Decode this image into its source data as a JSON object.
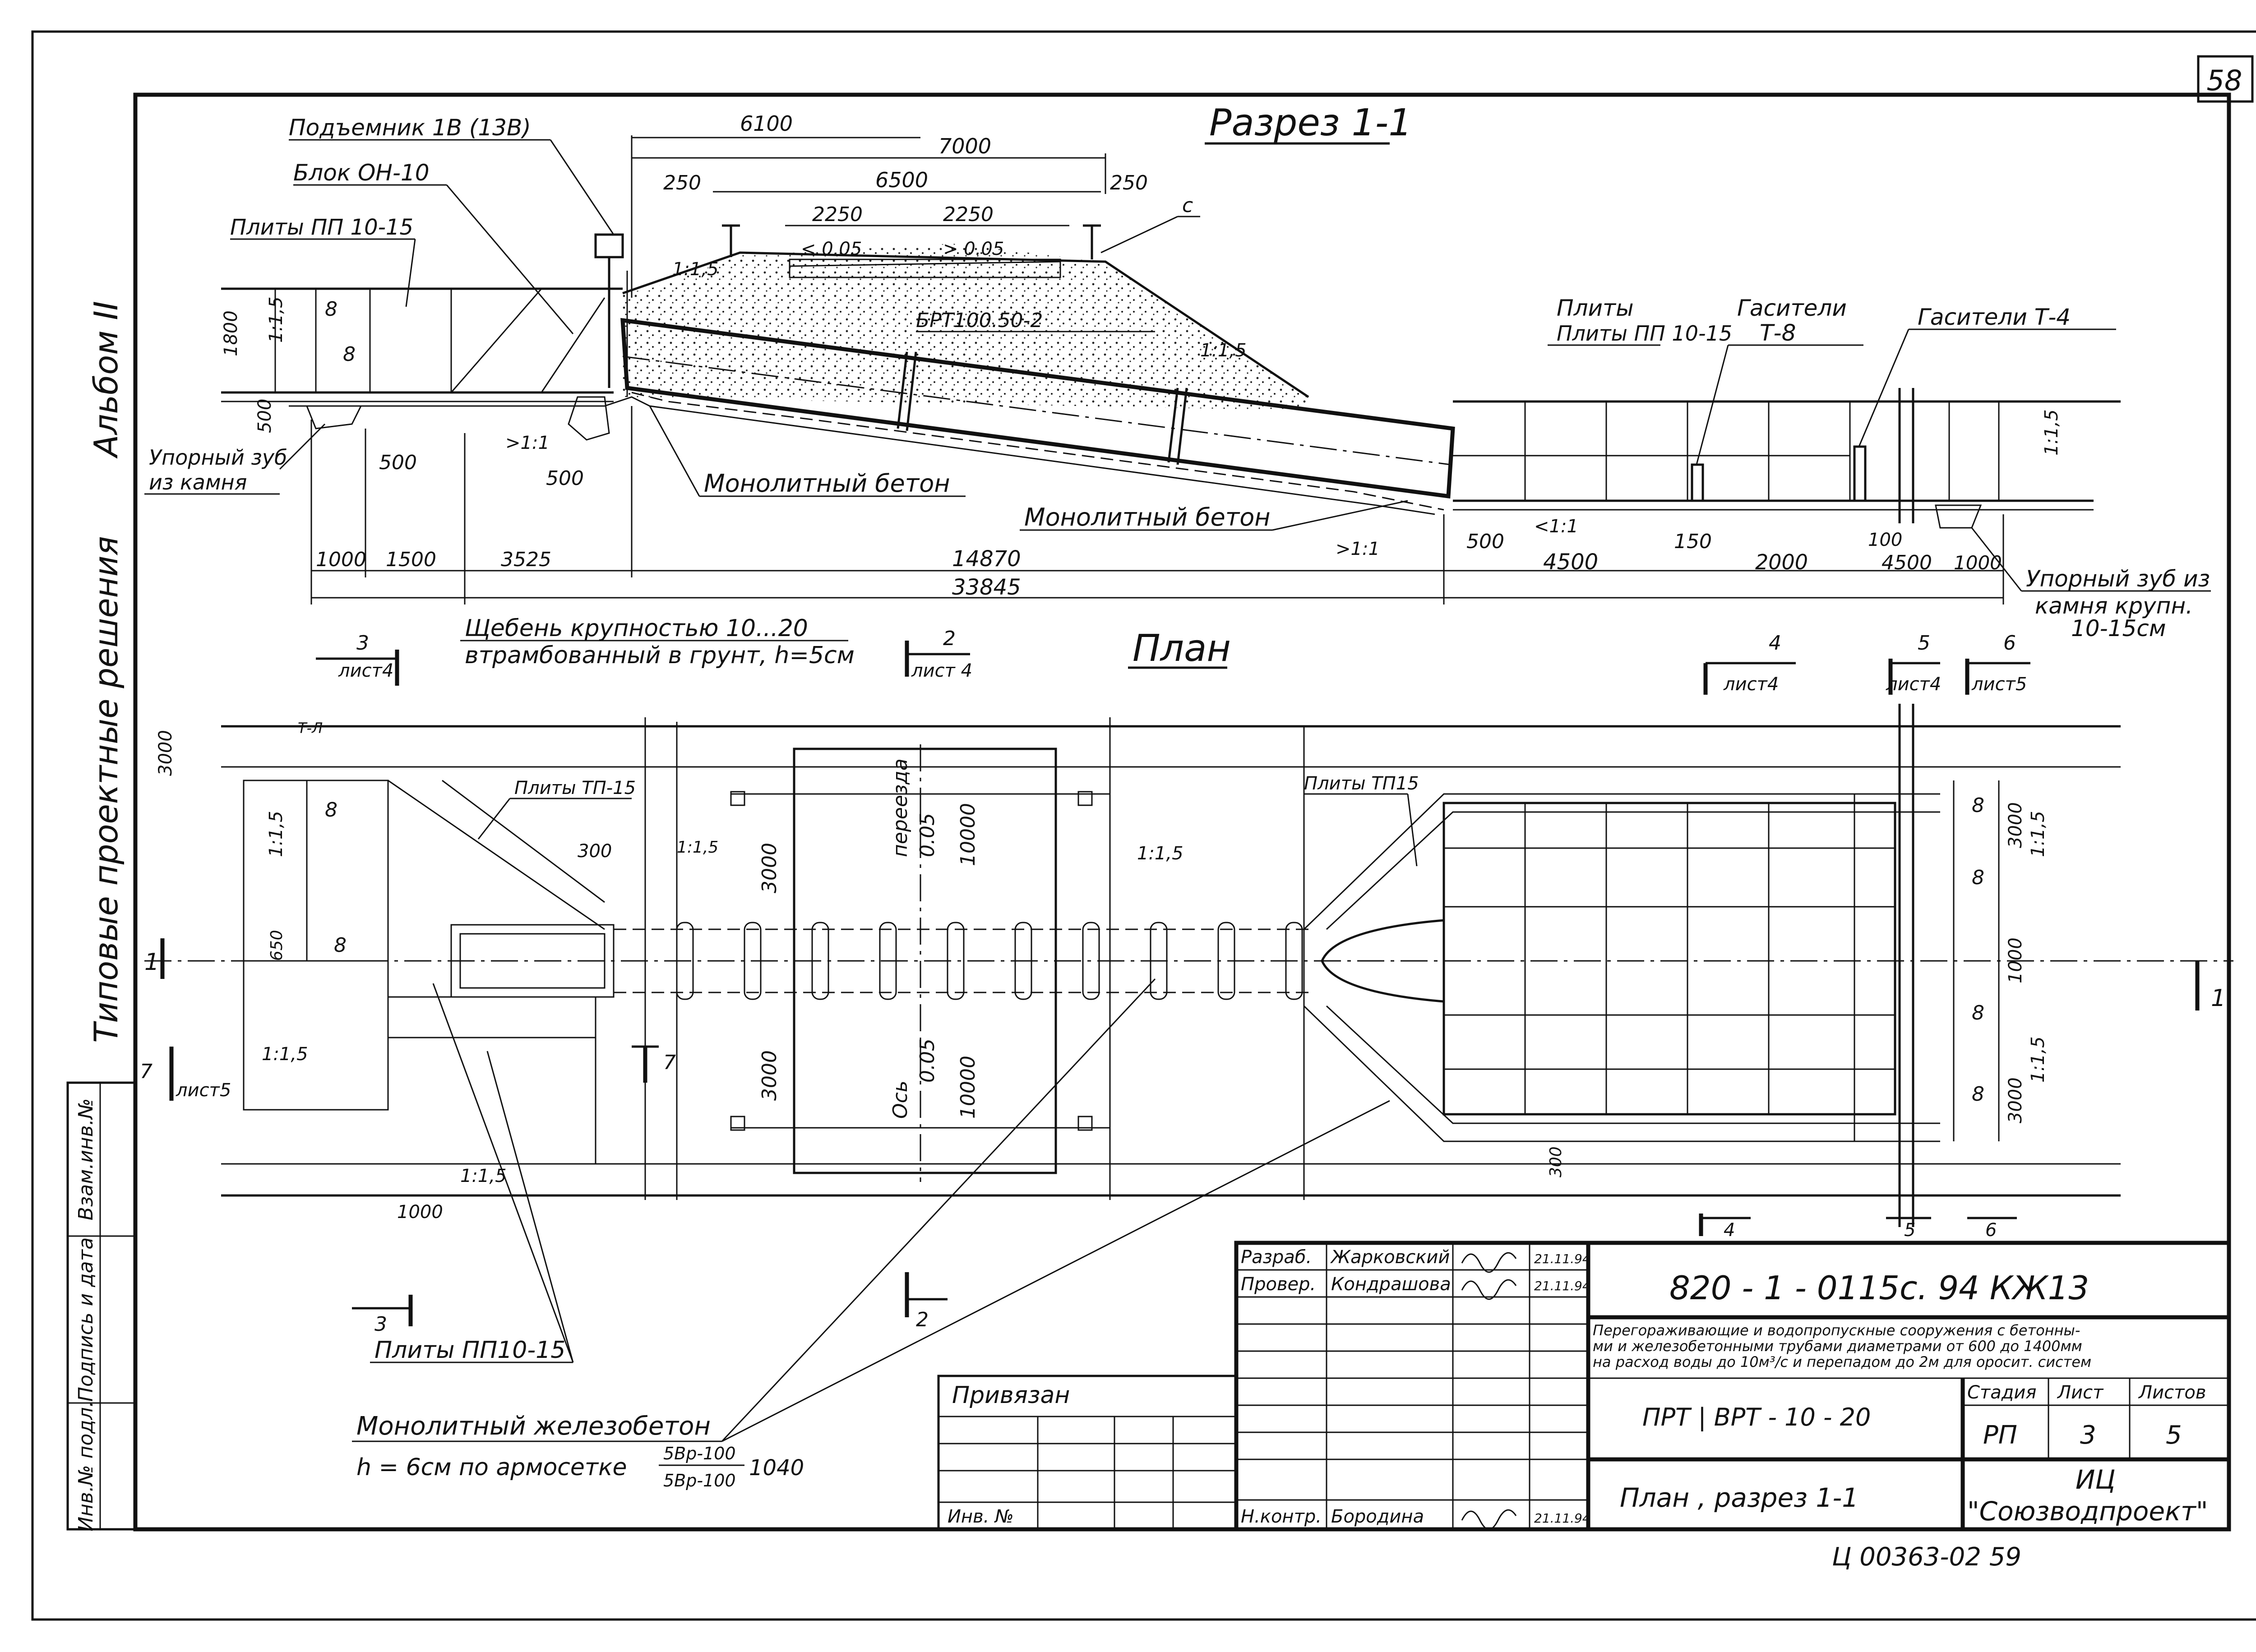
{
  "sheet_number": "58",
  "album_vertical": "Альбом II",
  "series_vertical": "Типовые проектные решения",
  "section": {
    "title": "Разрез 1-1",
    "labels": {
      "lifter": "Подъемник 1В (13В)",
      "block": "Блок ОН-10",
      "plates_pp": "Плиты ПП 10-15",
      "pipe": "БРТ100.50-2",
      "plates_right": "Плиты ПП 10-15",
      "plates_right_a": "Плиты",
      "dampers_t8_a": "Гасители",
      "dampers_t8_b": "Т-8",
      "dampers_t4": "Гасители Т-4",
      "stone_tooth_left_a": "Упорный зуб",
      "stone_tooth_left_b": "из камня",
      "monolith_left": "Монолитный бетон",
      "monolith_right": "Монолитный бетон",
      "stone_tooth_right_a": "Упорный зуб из",
      "stone_tooth_right_b": "камня крупн.",
      "stone_tooth_right_c": "10-15см",
      "gravel_a": "Щебень крупностью 10...20",
      "gravel_b": "втрамбованный в грунт, h=5см",
      "c_mark": "с",
      "slope_115_a": "1:1,5",
      "slope_115_b": "1:1,5",
      "slope_115_c": "1:1,5",
      "slope_11_a": ">1:1",
      "slope_11_b": ">1:1",
      "slope_11_c": "<1:1",
      "slope_left_v": "1:1,5",
      "slope_right_v": "1:1,5",
      "gr_left": "< 0.05",
      "gr_right": "> 0.05"
    },
    "dims": {
      "d6100": "6100",
      "d7000": "7000",
      "d6500": "6500",
      "d250a": "250",
      "d250b": "250",
      "d2250a": "2250",
      "d2250b": "2250",
      "d1800": "1800",
      "d500v": "500",
      "d500a": "500",
      "d500b": "500",
      "d1000": "1000",
      "d1500": "1500",
      "d3525": "3525",
      "d14870": "14870",
      "d33845": "33845",
      "d500c": "500",
      "d4500a": "4500",
      "d150": "150",
      "d2000": "2000",
      "d100": "100",
      "d4500b": "4500",
      "d1000b": "1000"
    }
  },
  "plan": {
    "title": "План",
    "cuts": {
      "c3": "3",
      "c3_sheet": "лист4",
      "c2": "2",
      "c2_sheet": "лист 4",
      "c4": "4",
      "c4_sheet": "лист4",
      "c5": "5",
      "c5_sheet": "лист4",
      "c6": "6",
      "c6_sheet": "лист5",
      "c7": "7",
      "c7_sheet": "лист5",
      "c7b": "7",
      "c1l": "1",
      "c1r": "1",
      "c3b": "3",
      "c2b": "2",
      "c4b": "4",
      "c5b": "5",
      "c6b": "6"
    },
    "labels": {
      "tp15_left": "Плиты ТП-15",
      "tp15_right": "Плиты ТП15",
      "pp_bottom": "Плиты ПП10-15",
      "crossing": "переезда",
      "axis": "Ось",
      "g005a": "0.05",
      "g005b": "0.05",
      "d10000a": "10000",
      "d10000b": "10000",
      "d3000a": "3000",
      "d3000b": "3000",
      "d3000l": "3000",
      "d3000r1": "3000",
      "d3000r2": "3000",
      "d1000r": "1000",
      "d650": "650",
      "d300a": "300",
      "d300b": "300",
      "d1000p": "1000",
      "s15a": "1:1,5",
      "s15b": "1:1,5",
      "s15c": "1:1,5",
      "s15d": "1:1,5",
      "s15e": "1:1,5",
      "s15f": "1:1,5",
      "s15g": "1:1,5",
      "tl": "Т-Л"
    },
    "monolith_a": "Монолитный железобетон",
    "monolith_b": "h = 6см по армосетке",
    "monolith_num": "5Вр-100",
    "monolith_den": "5Вр-100",
    "monolith_tail": "1040"
  },
  "side_stamp": {
    "c1": "Взам.инв.№",
    "c2": "Подпись и дата",
    "c3": "Инв.№ подл."
  },
  "title_block": {
    "roles": [
      "Разраб.",
      "Провер.",
      "",
      "",
      "",
      "",
      "",
      "",
      "Н.контр."
    ],
    "names": [
      "Жарковский",
      "Кондрашова",
      "",
      "",
      "",
      "",
      "",
      "",
      "Бородина"
    ],
    "dates": [
      "21.11.94",
      "21.11.94",
      "",
      "",
      "",
      "",
      "",
      "",
      "21.11.94"
    ],
    "code": "820 - 1 - 0115с. 94  КЖ13",
    "desc_1": "Перегораживающие и водопропускные сооружения с бетонны-",
    "desc_2": "ми и железобетонными трубами диаметрами от 600 до 1400мм",
    "desc_3": "на расход воды до 10м³/с и перепадом до 2м для ороcит. систем",
    "stage_h": "Стадия",
    "sheet_h": "Лист",
    "sheets_h": "Листов",
    "stage": "РП",
    "sheet": "3",
    "sheets": "5",
    "type": "ПРТ | ВРТ - 10 - 20",
    "name": "План ,  разрез 1-1",
    "org_1": "ИЦ",
    "org_2": "\"Союзводпроект\"",
    "privyazan": "Привязан",
    "inv": "Инв. №",
    "archive": "Ц 00363-02     59"
  },
  "colors": {
    "ink": "#111111",
    "paper": "#ffffff"
  }
}
